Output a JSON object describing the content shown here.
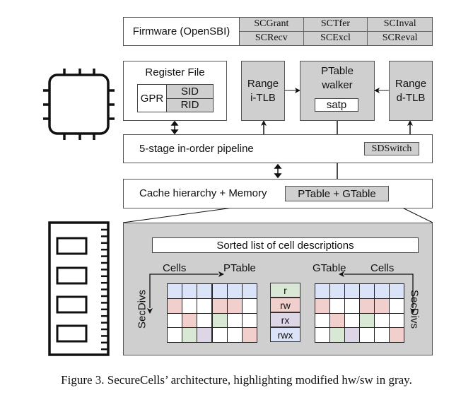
{
  "firmware": {
    "label": "Firmware (OpenSBI)",
    "calls": [
      [
        "SCGrant",
        "SCTfer",
        "SCInval"
      ],
      [
        "SCRecv",
        "SCExcl",
        "SCReval"
      ]
    ]
  },
  "register_file": {
    "title": "Register File",
    "gpr": "GPR",
    "sid": "SID",
    "rid": "RID"
  },
  "itlb": {
    "line1": "Range",
    "line2": "i-TLB"
  },
  "walker": {
    "line1": "PTable",
    "line2": "walker",
    "satp": "satp"
  },
  "dtlb": {
    "line1": "Range",
    "line2": "d-TLB"
  },
  "pipeline": {
    "label": "5-stage in-order pipeline",
    "sdswitch": "SDSwitch"
  },
  "cache": {
    "label": "Cache hierarchy + Memory",
    "tables": "PTable + GTable"
  },
  "detail": {
    "sorted_list": "Sorted list of cell descriptions",
    "ptable": {
      "title": "PTable",
      "cells_label": "Cells",
      "secdivs_label": "SecDivs"
    },
    "gtable": {
      "title": "GTable",
      "cells_label": "Cells",
      "secdivs_label": "SecDivs"
    },
    "grid": [
      [
        "rwx",
        "rwx",
        "rwx",
        "rwx",
        "rwx",
        "rwx"
      ],
      [
        "rw",
        "none",
        "none",
        "rw",
        "rw",
        "none"
      ],
      [
        "none",
        "rw",
        "none",
        "r",
        "none",
        "none"
      ],
      [
        "none",
        "r",
        "rx",
        "none",
        "none",
        "rw"
      ]
    ],
    "legend": [
      "r",
      "rw",
      "rx",
      "rwx"
    ],
    "perm_colors": {
      "r": "#d9e8d4",
      "rw": "#f0cfcc",
      "rx": "#ddd6e6",
      "rwx": "#dbe3f8",
      "none": "#ffffff"
    }
  },
  "colors": {
    "modified": "#cfcfcf",
    "unmodified": "#ffffff"
  },
  "caption": "Figure 3. SecureCells’ architecture, highlighting modified hw/sw in gray."
}
